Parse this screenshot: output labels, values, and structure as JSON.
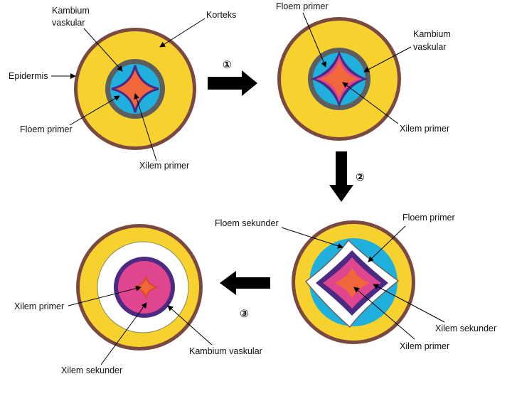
{
  "colors": {
    "epidermis": "#7a4a42",
    "cortex": "#f7d22e",
    "cambium": "#5e5e5e",
    "primary_phloem": "#1fb0dd",
    "primary_xylem": "#f2663b",
    "purple_ring": "#4b2a83",
    "secondary_xylem": "#e0458f",
    "white": "#ffffff",
    "arrow": "#000000"
  },
  "steps": {
    "s1": "①",
    "s2": "②",
    "s3": "③"
  },
  "stage1": {
    "kambium_vaskular": [
      "Kambium",
      "vaskular"
    ],
    "korteks": "Korteks",
    "epidermis": "Epidermis",
    "floem_primer": "Floem primer",
    "xilem_primer": "Xilem primer"
  },
  "stage2": {
    "floem_primer": "Floem primer",
    "kambium_vaskular": [
      "Kambium",
      "vaskular"
    ],
    "xilem_primer": "Xilem primer"
  },
  "stage3": {
    "floem_sekunder": "Floem sekunder",
    "floem_primer": "Floem primer",
    "xilem_sekunder": "Xilem sekunder",
    "xilem_primer": "Xilem primer"
  },
  "stage4": {
    "xilem_primer": "Xilem primer",
    "xilem_sekunder": "Xilem sekunder",
    "kambium_vaskular": "Kambium vaskular"
  }
}
